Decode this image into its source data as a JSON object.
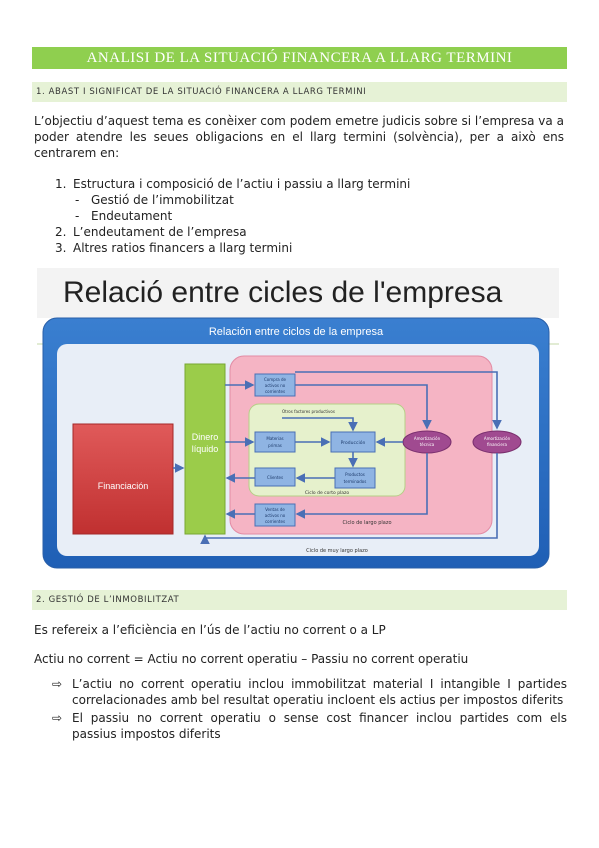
{
  "title": "ANALISI DE LA SITUACIÓ FINANCERA A LLARG TERMINI",
  "section1": {
    "heading": "1. ABAST I SIGNIFICAT DE LA SITUACIÓ FINANCERA A LLARG TERMINI",
    "intro": "L’objectiu d’aquest tema es conèixer com podem emetre judicis sobre si l’empresa va a poder atendre les seues obligacions en el llarg termini (solvència), per a això ens centrarem en:",
    "items": [
      {
        "num": "1.",
        "text": "Estructura i composició de l’actiu i passiu a llarg termini"
      },
      {
        "dash": "-",
        "text": "Gestió de l’immobilitzat"
      },
      {
        "dash": "-",
        "text": "Endeutament"
      },
      {
        "num": "2.",
        "text": "L’endeutament de l’empresa"
      },
      {
        "num": "3.",
        "text": "Altres ratios financers a llarg termini"
      }
    ]
  },
  "figure": {
    "banner_title": "Relació entre cicles de l'empresa",
    "inner_title": "Relación entre ciclos de la empresa",
    "financiacion": "Financiación",
    "dinero_1": "Dinero",
    "dinero_2": "líquido",
    "compra_1": "Compra de",
    "compra_2": "activos no",
    "compra_3": "corrientes",
    "otros": "Otros factores productivos",
    "materias_1": "Materias",
    "materias_2": "primas",
    "produccion": "Producción",
    "productos_1": "Productos",
    "productos_2": "terminados",
    "clientes": "Clientes",
    "corto": "Ciclo de corto plazo",
    "ventas_1": "Ventas de",
    "ventas_2": "activos no",
    "ventas_3": "corrientes",
    "largo": "Ciclo de largo plazo",
    "amort_tec_1": "Amortización",
    "amort_tec_2": "técnica",
    "amort_fin_1": "Amortización",
    "amort_fin_2": "financiera",
    "muy_largo": "Ciclo de muy largo plazo"
  },
  "section2": {
    "heading": "2. GESTIÓ DE L’INMOBILITZAT",
    "p1": "Es refereix a l’eficiència en l’ús de l’actiu no corrent o a LP",
    "p2": "Actiu no corrent = Actiu no corrent operatiu – Passiu no corrent operatiu",
    "arrow": "⇨",
    "b1": "L’actiu no corrent operatiu inclou immobilitzat material I intangible I partides correlacionades amb bel resultat operatiu incloent els actius per impostos diferits",
    "b2": "El passiu no corrent operatiu o sense cost financer inclou partides com els passius impostos diferits"
  }
}
